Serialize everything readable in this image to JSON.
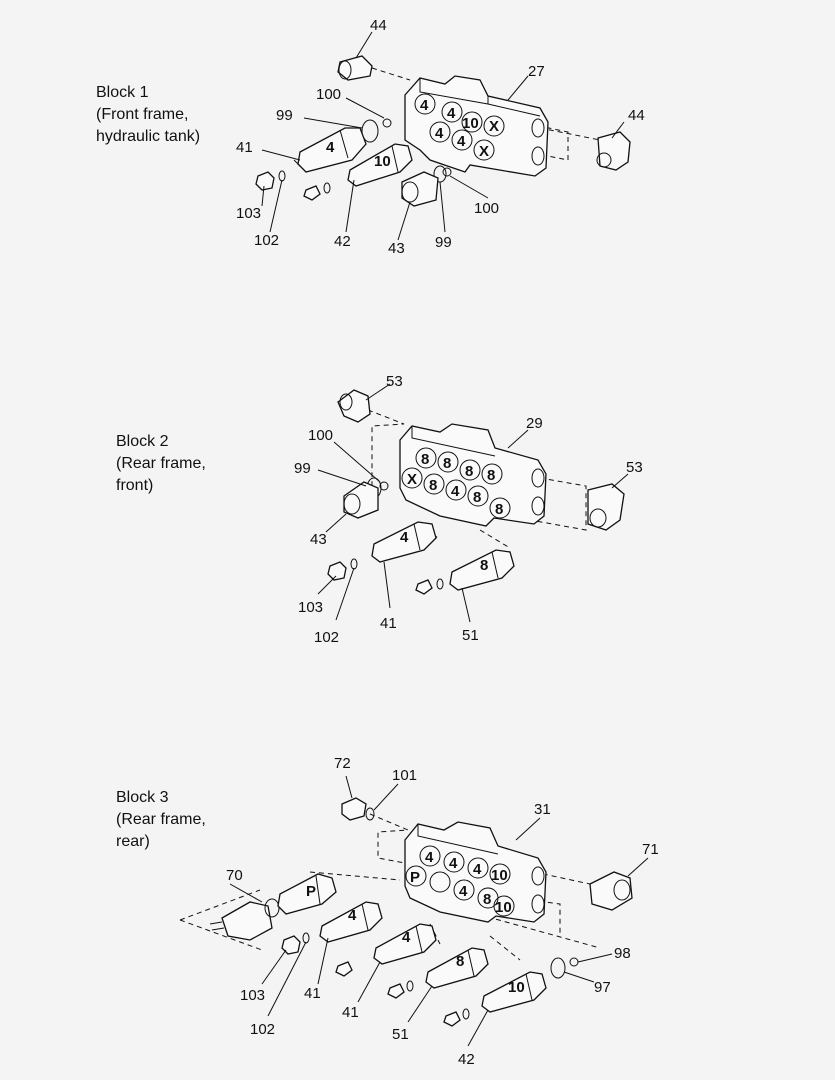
{
  "blocks": [
    {
      "title": "Block 1",
      "subtitle_lines": [
        "(Front frame,",
        "hydraulic tank)"
      ],
      "callouts": [
        "44",
        "27",
        "100",
        "99",
        "44",
        "41",
        "10",
        "4",
        "103",
        "102",
        "42",
        "43",
        "99",
        "100"
      ],
      "port_marks": [
        "4",
        "4",
        "10",
        "X",
        "4",
        "4",
        "X"
      ],
      "cartridge_marks": [
        "4",
        "10"
      ]
    },
    {
      "title": "Block 2",
      "subtitle_lines": [
        "(Rear frame,",
        "front)"
      ],
      "callouts": [
        "53",
        "29",
        "100",
        "99",
        "53",
        "43",
        "103",
        "102",
        "41",
        "51"
      ],
      "port_marks": [
        "8",
        "8",
        "8",
        "8",
        "X",
        "8",
        "4",
        "8",
        "8"
      ],
      "cartridge_marks": [
        "4",
        "8"
      ]
    },
    {
      "title": "Block 3",
      "subtitle_lines": [
        "(Rear frame,",
        "rear)"
      ],
      "callouts": [
        "72",
        "101",
        "31",
        "71",
        "70",
        "98",
        "97",
        "103",
        "41",
        "41",
        "102",
        "51",
        "42"
      ],
      "port_marks": [
        "4",
        "4",
        "4",
        "10",
        "P",
        "4",
        "8",
        "10"
      ],
      "cartridge_marks": [
        "P",
        "4",
        "4",
        "8",
        "10"
      ]
    }
  ]
}
